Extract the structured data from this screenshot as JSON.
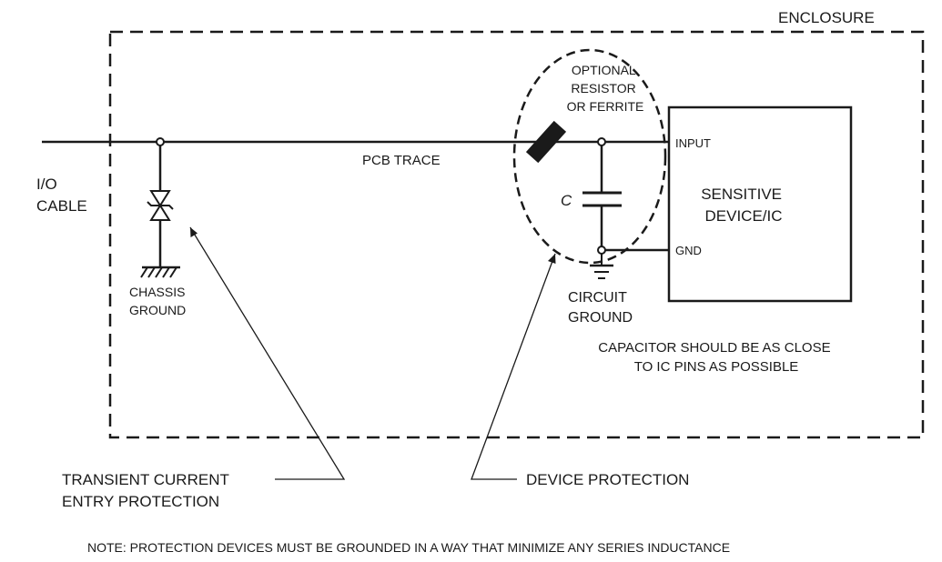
{
  "labels": {
    "enclosure": "ENCLOSURE",
    "io_cable": [
      "I/O",
      "CABLE"
    ],
    "pcb_trace": "PCB TRACE",
    "optional_component": [
      "OPTIONAL",
      "RESISTOR",
      "OR FERRITE"
    ],
    "capacitor": "C",
    "input_pin": "INPUT",
    "gnd_pin": "GND",
    "device": [
      "SENSITIVE",
      "DEVICE/IC"
    ],
    "chassis_ground": [
      "CHASSIS",
      "GROUND"
    ],
    "circuit_ground": [
      "CIRCUIT",
      "GROUND"
    ],
    "capacitor_note": [
      "CAPACITOR SHOULD BE AS CLOSE",
      "TO IC PINS AS POSSIBLE"
    ],
    "transient_protection": [
      "TRANSIENT CURRENT",
      "ENTRY PROTECTION"
    ],
    "device_protection": "DEVICE PROTECTION",
    "note": "NOTE: PROTECTION DEVICES MUST BE GROUNDED IN A WAY THAT MINIMIZE ANY SERIES INDUCTANCE"
  },
  "colors": {
    "line": "#1a1a1a",
    "background": "#ffffff"
  }
}
